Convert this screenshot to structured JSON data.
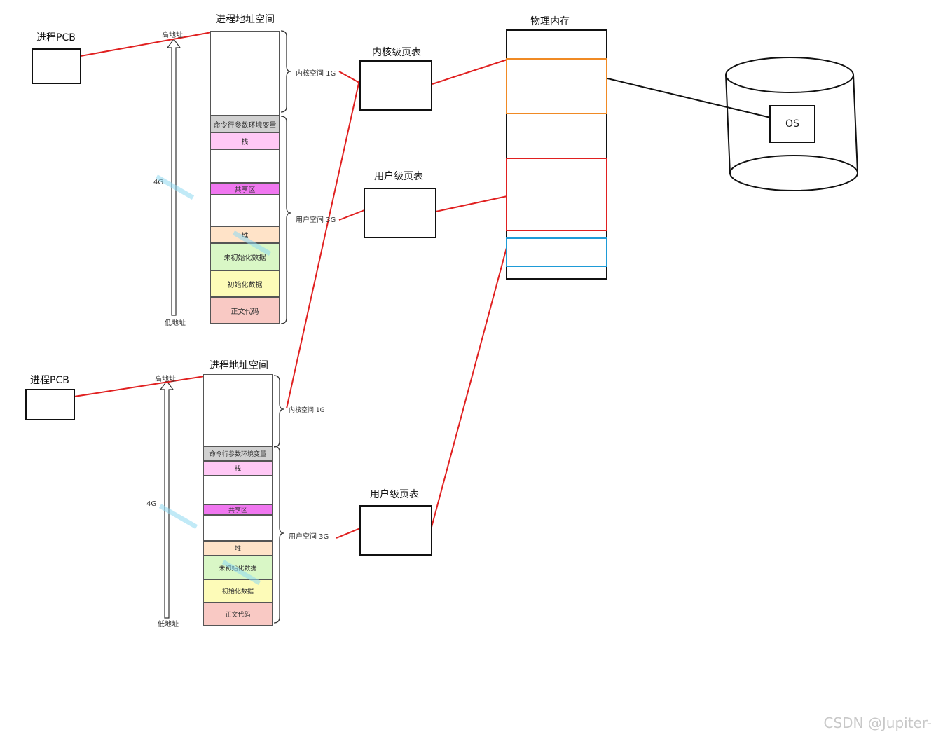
{
  "process1": {
    "pcb_label": "进程PCB",
    "space_title": "进程地址空间",
    "high_addr": "高地址",
    "low_addr": "低地址",
    "size": "4G",
    "kernel_label": "内核空间 1G",
    "user_label": "用户空间 3G",
    "segments": {
      "args_env": "命令行参数环境变量",
      "stack": "栈",
      "shared": "共享区",
      "heap": "堆",
      "bss": "未初始化数据",
      "data": "初始化数据",
      "text": "正文代码"
    }
  },
  "process2": {
    "pcb_label": "进程PCB",
    "space_title": "进程地址空间",
    "high_addr": "高地址",
    "low_addr": "低地址",
    "size": "4G",
    "kernel_label": "内核空间 1G",
    "user_label": "用户空间 3G",
    "segments": {
      "args_env": "命令行参数环境变量",
      "stack": "栈",
      "shared": "共享区",
      "heap": "堆",
      "bss": "未初始化数据",
      "data": "初始化数据",
      "text": "正文代码"
    }
  },
  "page_tables": {
    "kernel": "内核级页表",
    "user1": "用户级页表",
    "user2": "用户级页表"
  },
  "physical_memory": {
    "title": "物理内存"
  },
  "disk": {
    "os_label": "OS"
  },
  "footer": "CSDN @Jupiter-",
  "colors": {
    "link_line": "#e02020",
    "kernel_block": "#f08a24",
    "user_block1": "#e02020",
    "user_block2": "#1e9bd7",
    "arrow_fill": "#4a6fe0"
  }
}
